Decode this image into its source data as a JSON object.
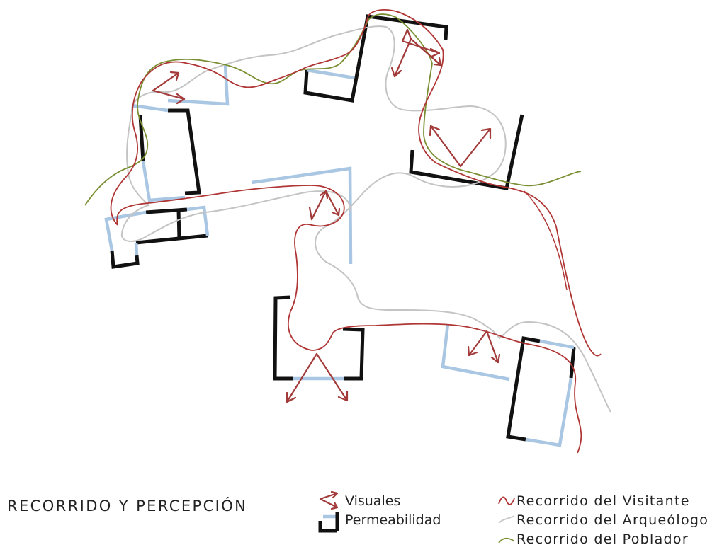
{
  "title": "RECORRIDO Y PERCEPCIÓN",
  "legend": {
    "visuales": "Visuales",
    "permeabilidad": "Permeabilidad",
    "visitante": "Recorrido del Visitante",
    "arqueologo": "Recorrido del Arqueólogo",
    "poblador": "Recorrido del Poblador"
  },
  "colors": {
    "wall": "#111111",
    "permeable": "#a9c6e2",
    "visuales": "#a33a3a",
    "visitante": "#b03535",
    "arqueologo": "#c4c4c4",
    "poblador": "#7a8f33"
  }
}
